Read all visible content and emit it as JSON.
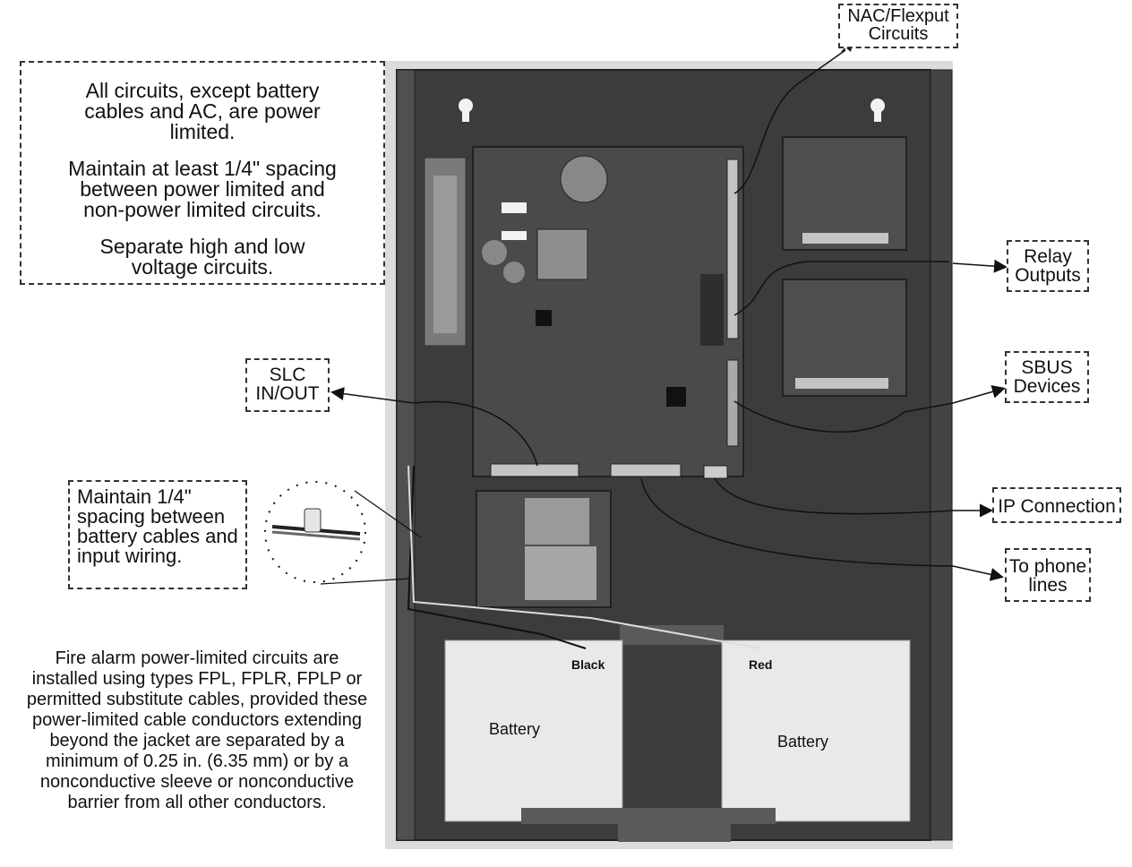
{
  "notes": {
    "power_limited": [
      "All circuits, except battery cables and AC, are power limited.",
      "Maintain at least 1/4\" spacing between power limited and non-power limited circuits.",
      "Separate high and low voltage circuits."
    ],
    "battery_spacing": "Maintain 1/4\" spacing between battery cables and input wiring.",
    "fpl": "Fire alarm power-limited circuits are installed using types FPL, FPLR, FPLP or permitted substitute cables, provided these power-limited cable conductors extending beyond the jacket are separated by a minimum of 0.25 in. (6.35 mm) or by a nonconductive sleeve or nonconductive barrier from all other conductors."
  },
  "labels": {
    "nac_line1": "NAC/Flexput",
    "nac_line2": "Circuits",
    "relay_line1": "Relay",
    "relay_line2": "Outputs",
    "sbus_line1": "SBUS",
    "sbus_line2": "Devices",
    "ip": "IP Connection",
    "phone_line1": "To phone",
    "phone_line2": "lines",
    "slc_line1": "SLC",
    "slc_line2": "IN/OUT"
  },
  "wires": {
    "black": "Black",
    "red": "Red"
  },
  "batteries": {
    "left": "Battery",
    "right": "Battery"
  },
  "colors": {
    "enclosure": "#3c3c3c",
    "enclosure_light": "#8a8a8a",
    "board": "#4a4a4a",
    "battery": "#e9e9e9"
  }
}
